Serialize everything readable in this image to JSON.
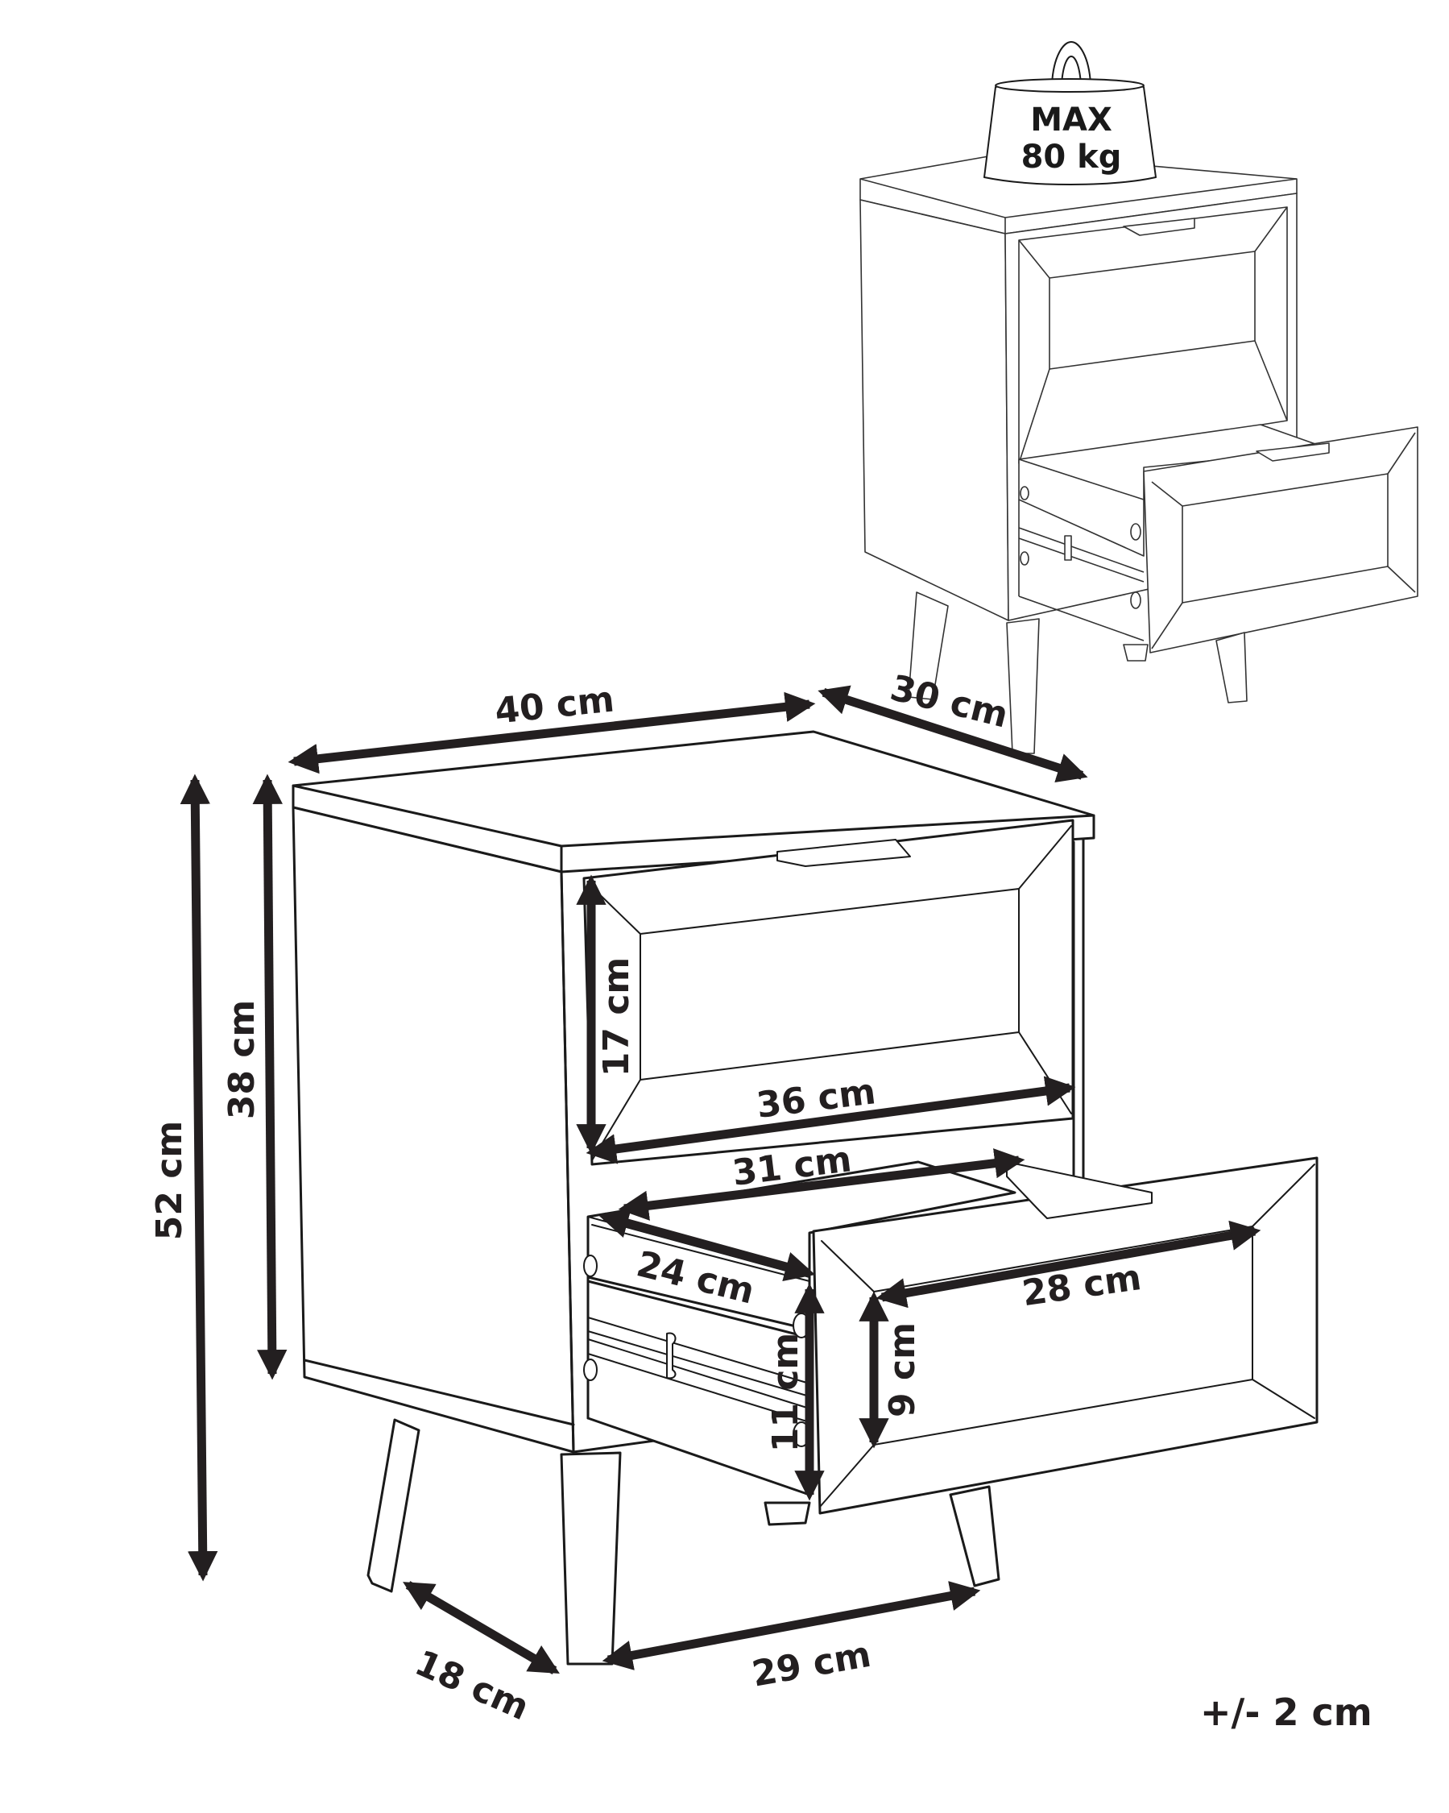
{
  "weight_badge": {
    "line1": "MAX",
    "line2": "80 kg",
    "icon": "weight-icon"
  },
  "dimensions": {
    "width": "40 cm",
    "depth": "30 cm",
    "total_height": "52 cm",
    "body_height": "38 cm",
    "top_drawer_height": "17 cm",
    "top_drawer_width": "36 cm",
    "drawer_inner_length": "31 cm",
    "drawer_inner_depth": "24 cm",
    "drawer_front_width": "28 cm",
    "drawer_front_inner_height": "9 cm",
    "drawer_side_height": "11 cm",
    "leg_spacing_depth": "18 cm",
    "leg_spacing_width": "29 cm"
  },
  "tolerance": "+/- 2 cm",
  "colors": {
    "ink": "#231f20",
    "background": "#ffffff"
  }
}
